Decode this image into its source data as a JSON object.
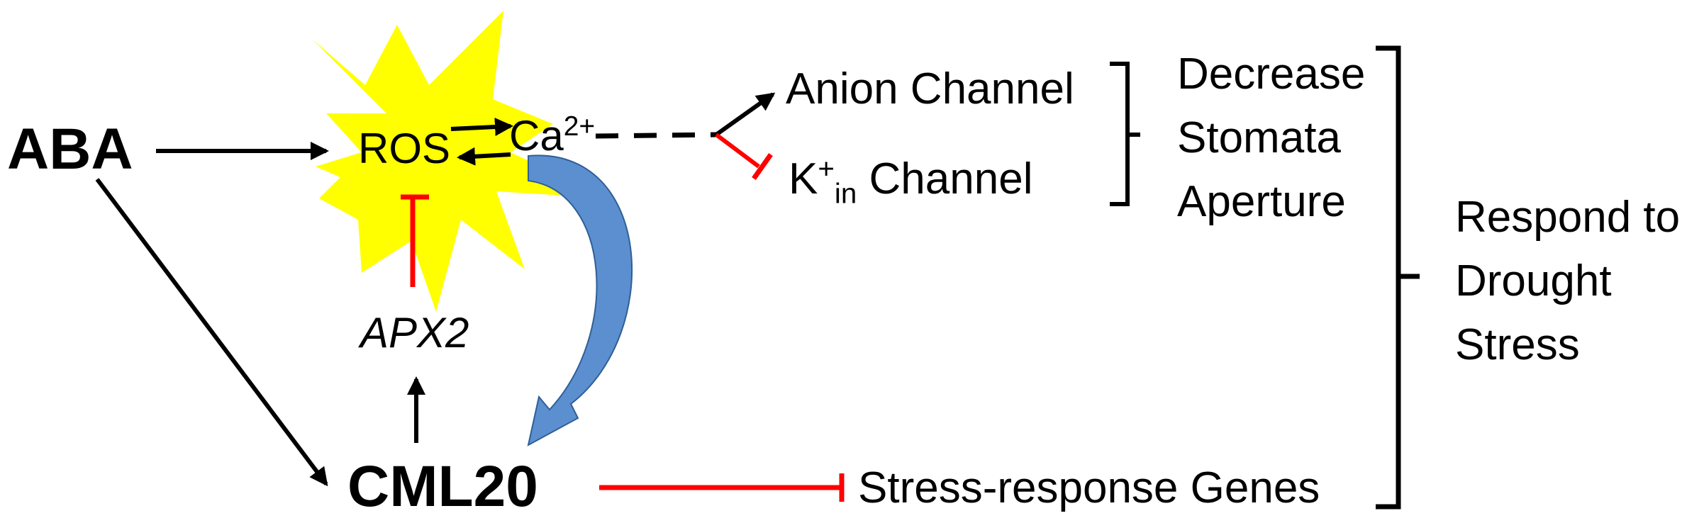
{
  "nodes": {
    "aba": "ABA",
    "ros": "ROS",
    "ca_base": "Ca",
    "ca_sup": "2+",
    "apx2": "APX2",
    "cml20": "CML20",
    "anion_channel": "Anion Channel",
    "k_base": "K",
    "k_sup": "+",
    "k_sub": "in",
    "k_rest": " Channel",
    "stress_genes": "Stress-response Genes"
  },
  "outcomes": {
    "stomata": [
      "Decrease",
      "Stomata",
      "Aperture"
    ],
    "drought": [
      "Respond to",
      "Drought",
      "Stress"
    ]
  },
  "colors": {
    "activation": "#000000",
    "inhibition": "#ff0000",
    "burst_fill": "#ffff00",
    "feedback_arrow": "#5b8fcf",
    "feedback_arrow_stroke": "#2f5f96"
  }
}
